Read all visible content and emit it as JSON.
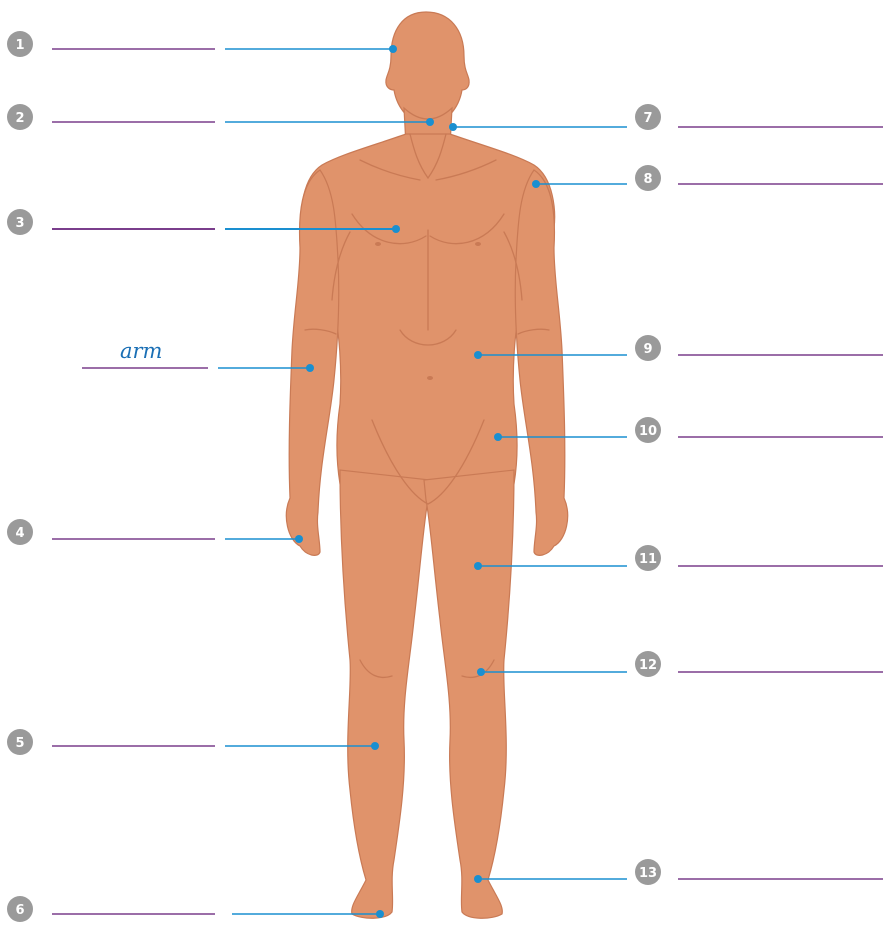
{
  "labels": [
    {
      "num": "1",
      "answer": ""
    },
    {
      "num": "2",
      "answer": ""
    },
    {
      "num": "3",
      "answer": ""
    },
    {
      "num": "",
      "answer": "arm"
    },
    {
      "num": "4",
      "answer": ""
    },
    {
      "num": "5",
      "answer": ""
    },
    {
      "num": "6",
      "answer": ""
    },
    {
      "num": "7",
      "answer": ""
    },
    {
      "num": "8",
      "answer": ""
    },
    {
      "num": "9",
      "answer": ""
    },
    {
      "num": "10",
      "answer": ""
    },
    {
      "num": "11",
      "answer": ""
    },
    {
      "num": "12",
      "answer": ""
    },
    {
      "num": "13",
      "answer": ""
    }
  ],
  "colors": {
    "skin": "#e0936b",
    "skin_shadow": "#c97a55",
    "pointer_line": "#1a8fd0",
    "answer_line": "#7a3e8c",
    "number_badge": "#9a9a9a",
    "handwriting": "#1a6fb5"
  }
}
